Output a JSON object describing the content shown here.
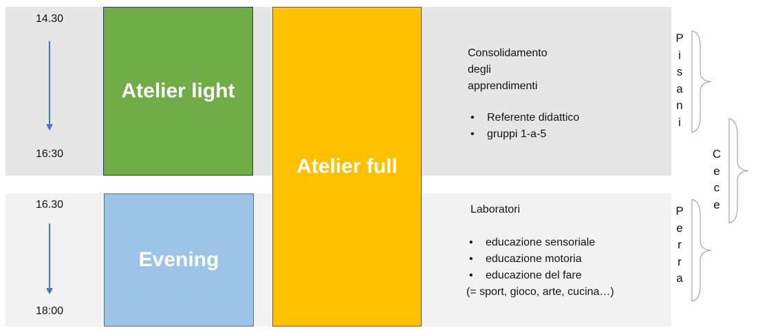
{
  "top_band": {
    "time_start": "14.30",
    "time_end": "16:30",
    "box_label": "Atelier light",
    "title_lines": [
      "Consolidamento",
      "degli",
      "apprendimenti"
    ],
    "bullets": [
      "Referente didattico",
      "gruppi 1-a-5"
    ]
  },
  "bottom_band": {
    "time_start": "16.30",
    "time_end": "18:00",
    "box_label": "Evening",
    "title": "Laboratori",
    "bullets": [
      "educazione sensoriale",
      "educazione motoria",
      "educazione del fare"
    ],
    "note": "(= sport, gioco, arte, cucina…)"
  },
  "full_box_label": "Atelier full",
  "names": {
    "pisani": [
      "P",
      "i",
      "s",
      "a",
      "n",
      "i"
    ],
    "cece": [
      "C",
      "e",
      "c",
      "e"
    ],
    "perra": [
      "P",
      "e",
      "r",
      "r",
      "a"
    ]
  },
  "colors": {
    "band_top": "#e6e6e6",
    "band_bottom": "#f2f2f2",
    "atelier_light": "#70ad47",
    "evening": "#9dc3e6",
    "atelier_full": "#ffc000",
    "arrow": "#4472c4",
    "brace": "#9aa6b8"
  }
}
